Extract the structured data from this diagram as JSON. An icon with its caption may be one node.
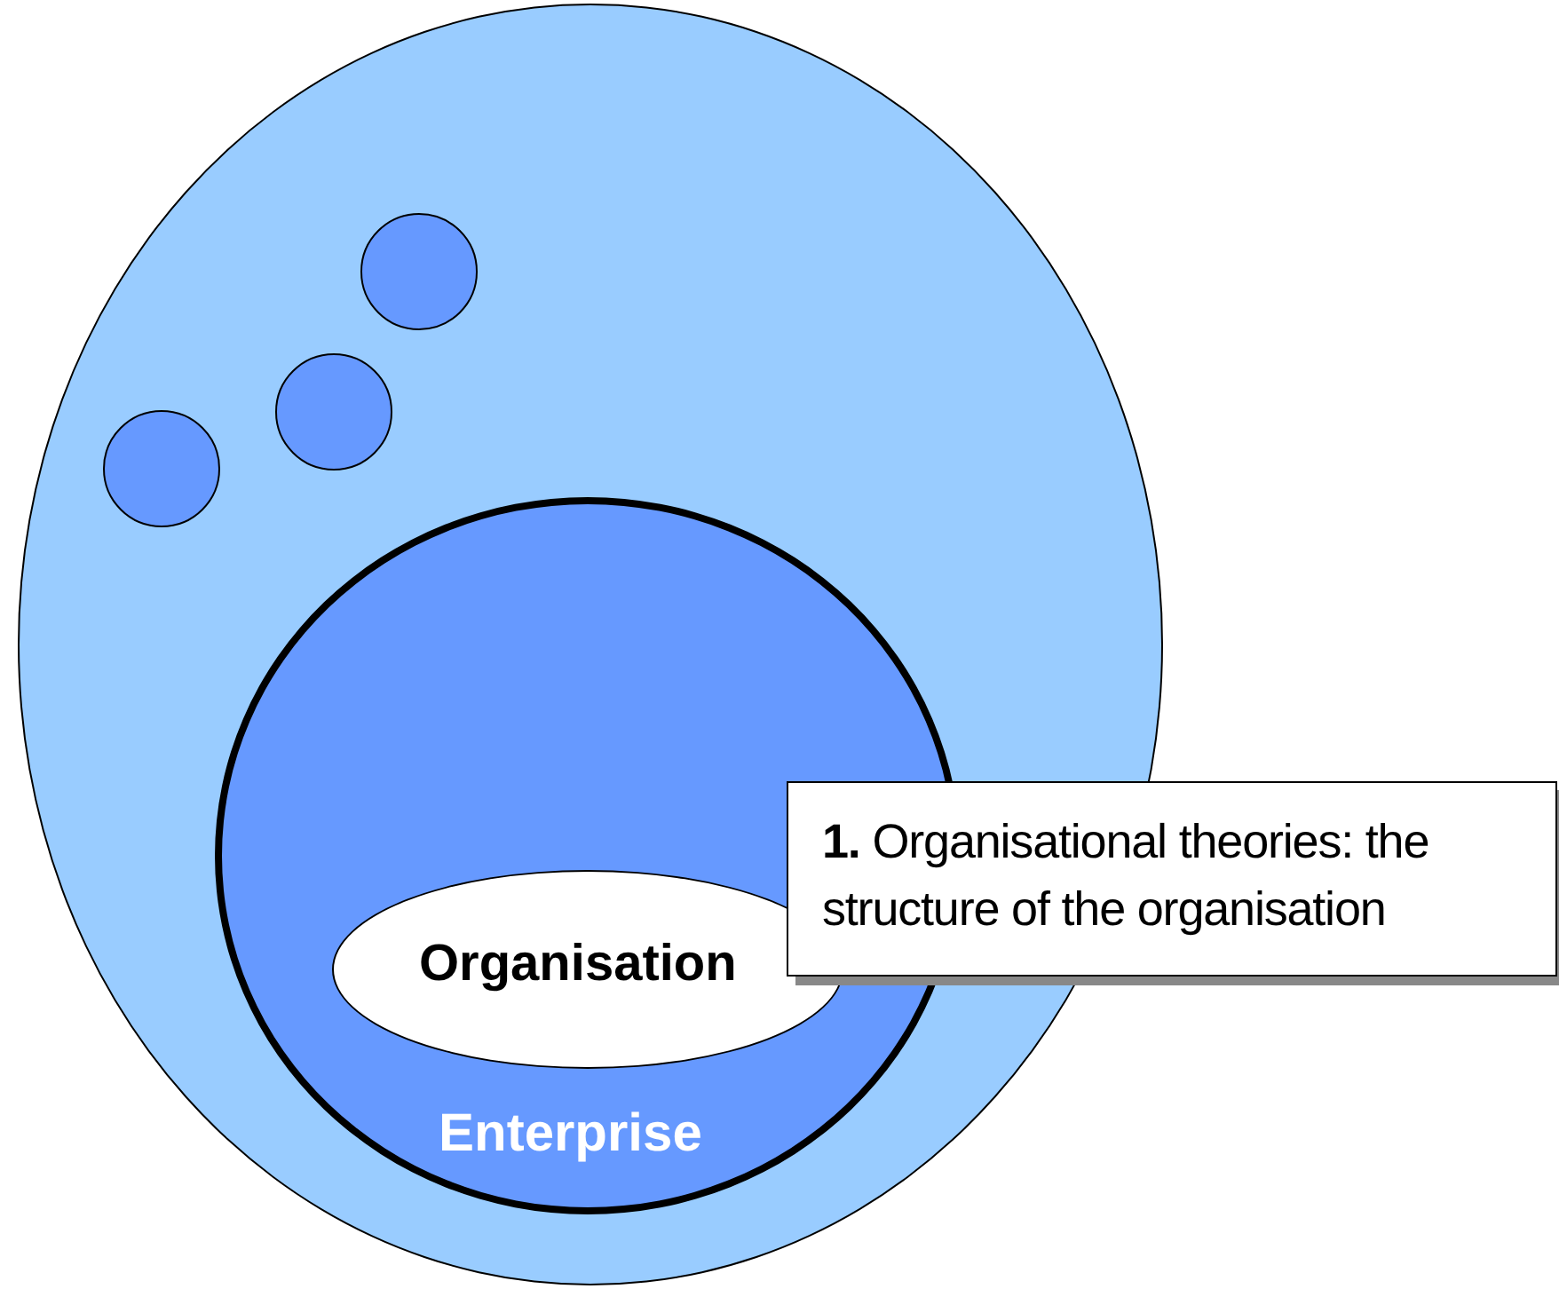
{
  "diagram": {
    "nodes": [
      {
        "text": [],
        "shape": "ellipse"
      },
      {
        "text": [],
        "shape": "circle",
        "in": 0
      },
      {
        "text": [],
        "shape": "circle",
        "in": 0
      },
      {
        "text": [],
        "shape": "circle",
        "in": 0
      },
      {
        "text": [
          "Enterprise"
        ],
        "in": 0
      },
      {
        "text": [
          "Organisation"
        ],
        "in": 4
      },
      {
        "text": [
          "**1.** Organisational theories: the structure of the organisation"
        ]
      }
    ]
  }
}
